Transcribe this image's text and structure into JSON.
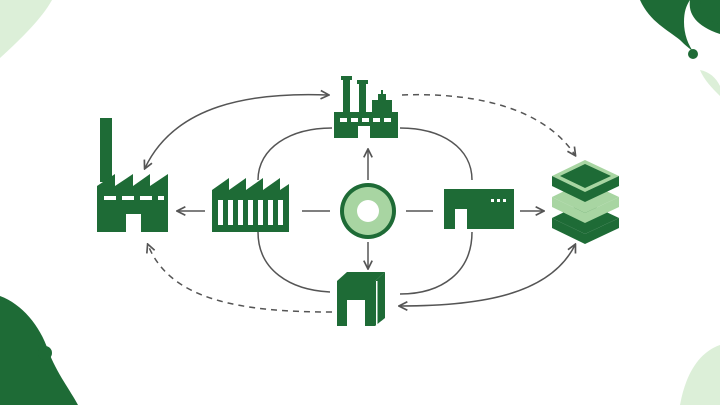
{
  "colors": {
    "primary": "#1e6b36",
    "light": "#a8d5a2",
    "pale": "#dcefd8",
    "line": "#555555"
  },
  "nodes": [
    {
      "id": "factory-large",
      "icon": "factory-sawtooth-chimney-icon"
    },
    {
      "id": "plant-top",
      "icon": "industrial-plant-icon"
    },
    {
      "id": "factory-middle",
      "icon": "factory-sawtooth-icon"
    },
    {
      "id": "hub",
      "icon": "ring-hub-icon"
    },
    {
      "id": "warehouse",
      "icon": "warehouse-icon"
    },
    {
      "id": "box-bottom",
      "icon": "storage-cube-icon"
    },
    {
      "id": "layers",
      "icon": "layer-stack-icon"
    }
  ],
  "edges": [
    {
      "from": "factory-large",
      "to": "plant-top",
      "style": "solid",
      "bidirectional": true
    },
    {
      "from": "plant-top",
      "to": "layers",
      "style": "dashed"
    },
    {
      "from": "box-bottom",
      "to": "factory-large",
      "style": "dashed"
    },
    {
      "from": "box-bottom",
      "to": "layers",
      "style": "solid",
      "bidirectional": true
    },
    {
      "from": "hub",
      "to": "plant-top",
      "style": "solid"
    },
    {
      "from": "hub",
      "to": "box-bottom",
      "style": "solid"
    },
    {
      "from": "factory-middle",
      "to": "factory-large",
      "style": "solid"
    },
    {
      "from": "warehouse",
      "to": "layers",
      "style": "solid"
    }
  ]
}
